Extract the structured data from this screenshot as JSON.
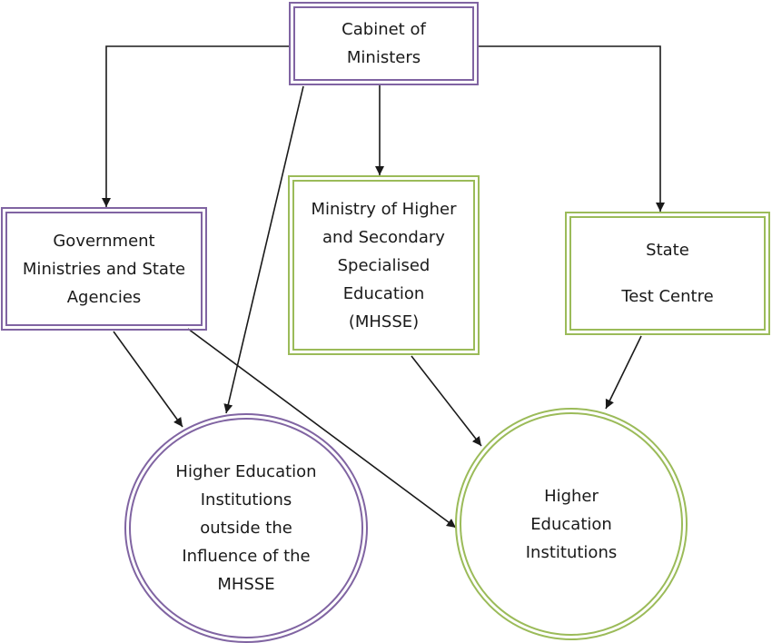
{
  "colors": {
    "purple": "#8064a2",
    "green": "#9bbb59",
    "arrow": "#1a1a1a"
  },
  "nodes": {
    "cabinet": {
      "lines": [
        "Cabinet of",
        "Ministers"
      ]
    },
    "government": {
      "lines": [
        "Government",
        "Ministries and State",
        "Agencies"
      ]
    },
    "mhsse": {
      "lines": [
        "Ministry of Higher",
        "and Secondary",
        "Specialised",
        "Education",
        "(MHSSE)"
      ]
    },
    "test_centre": {
      "line1": "State",
      "line2": "Test Centre"
    },
    "hei_outside": {
      "lines": [
        "Higher Education",
        "Institutions",
        "outside the",
        "Influence of the",
        "MHSSE"
      ]
    },
    "hei": {
      "lines": [
        "Higher",
        "Education",
        "Institutions"
      ]
    }
  }
}
